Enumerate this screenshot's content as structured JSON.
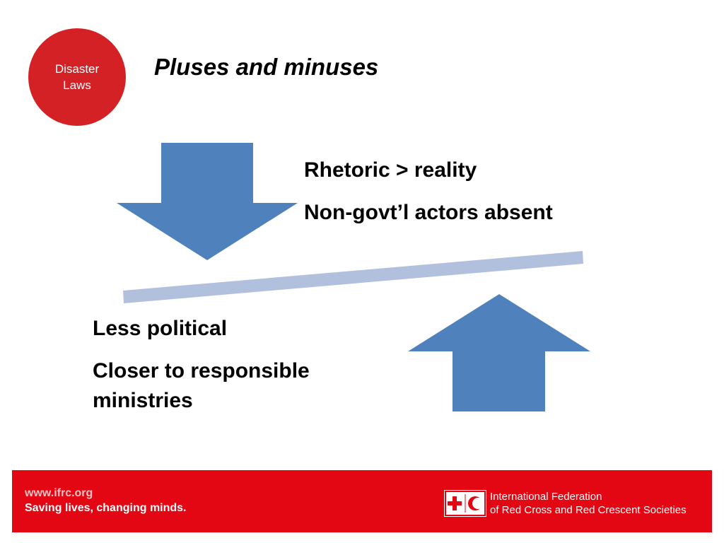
{
  "badge": {
    "line1": "Disaster",
    "line2": "Laws"
  },
  "title": "Pluses and minuses",
  "minuses": {
    "items": [
      "Rhetoric > reality",
      "Non-govt’l actors absent"
    ]
  },
  "pluses": {
    "items": [
      "Less political",
      "Closer to responsible ministries"
    ]
  },
  "footer": {
    "url": "www.ifrc.org",
    "slogan": "Saving lives, changing minds.",
    "org_line1": "International Federation",
    "org_line2": "of Red Cross and Red Crescent Societies"
  },
  "colors": {
    "badge_red": "#d42126",
    "footer_red": "#e30613",
    "arrow_blue": "#4f81bd",
    "beam_blue": "#b1c1dd"
  },
  "icons": {
    "down_arrow": "down-arrow-icon",
    "up_arrow": "up-arrow-icon",
    "logo": "red-cross-red-crescent-logo-icon"
  }
}
